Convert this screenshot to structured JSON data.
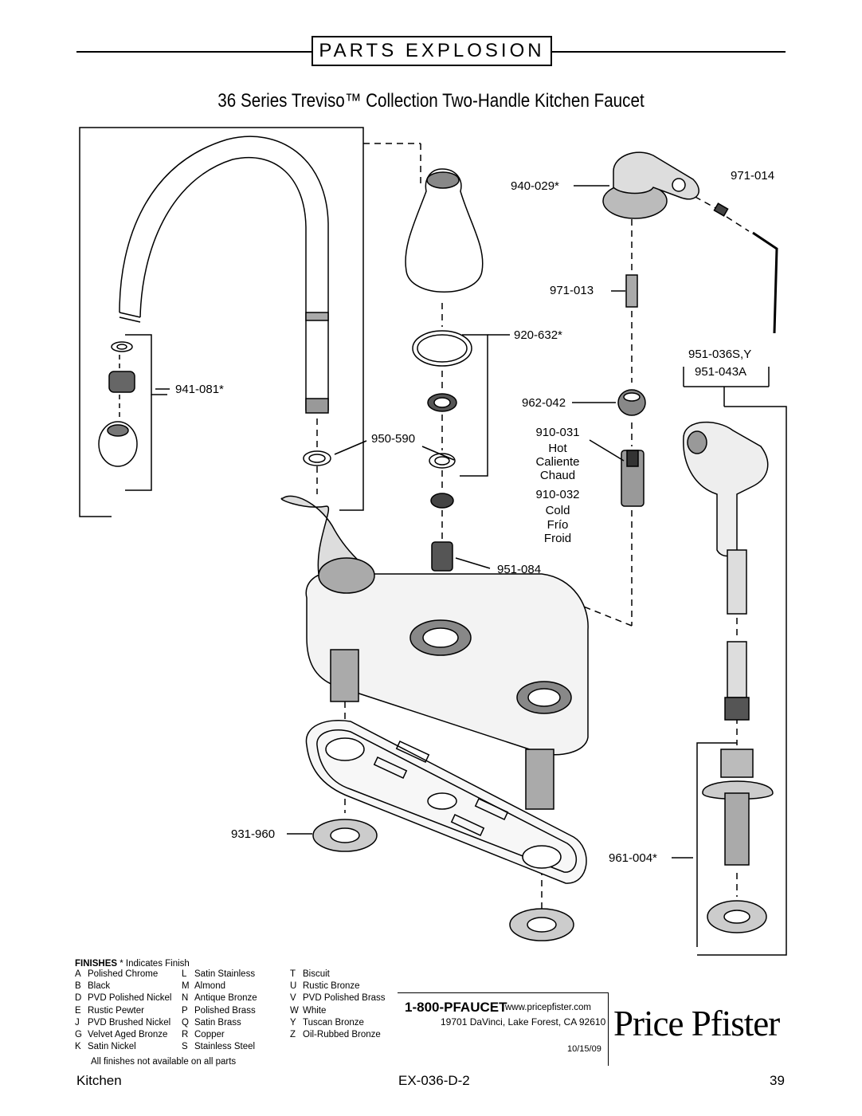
{
  "header": {
    "banner": "PARTS EXPLOSION",
    "title": "36 Series Treviso™ Collection Two-Handle Kitchen Faucet"
  },
  "parts": {
    "p941_081": "941-081*",
    "p950_590": "950-590",
    "p920_632": "920-632*",
    "p940_029": "940-029*",
    "p971_014": "971-014",
    "p971_013": "971-013",
    "p951_036": "951-036S,Y",
    "p951_043": "951-043A",
    "p962_042": "962-042",
    "p910_031": "910-031",
    "hot": "Hot",
    "caliente": "Caliente",
    "chaud": "Chaud",
    "p910_032": "910-032",
    "cold": "Cold",
    "frio": "Frío",
    "froid": "Froid",
    "p951_084": "951-084",
    "p931_960": "931-960",
    "p961_004": "961-004*"
  },
  "finishes": {
    "heading": "FINISHES",
    "heading_note": "* Indicates Finish",
    "col1": [
      {
        "code": "A",
        "name": "Polished Chrome"
      },
      {
        "code": "B",
        "name": "Black"
      },
      {
        "code": "D",
        "name": "PVD Polished Nickel"
      },
      {
        "code": "E",
        "name": "Rustic Pewter"
      },
      {
        "code": "J",
        "name": "PVD Brushed Nickel"
      },
      {
        "code": "G",
        "name": "Velvet Aged Bronze"
      },
      {
        "code": "K",
        "name": "Satin Nickel"
      }
    ],
    "col2": [
      {
        "code": "L",
        "name": "Satin Stainless"
      },
      {
        "code": "M",
        "name": "Almond"
      },
      {
        "code": "N",
        "name": "Antique Bronze"
      },
      {
        "code": "P",
        "name": "Polished Brass"
      },
      {
        "code": "Q",
        "name": "Satin Brass"
      },
      {
        "code": "R",
        "name": "Copper"
      },
      {
        "code": "S",
        "name": "Stainless Steel"
      }
    ],
    "col3": [
      {
        "code": "T",
        "name": "Biscuit"
      },
      {
        "code": "U",
        "name": "Rustic Bronze"
      },
      {
        "code": "V",
        "name": "PVD Polished Brass"
      },
      {
        "code": "W",
        "name": "White"
      },
      {
        "code": "Y",
        "name": "Tuscan Bronze"
      },
      {
        "code": "Z",
        "name": "Oil-Rubbed Bronze"
      }
    ],
    "note": "All finishes not available on all parts"
  },
  "contact": {
    "phone": "1-800-PFAUCET",
    "web": "www.pricepfister.com",
    "address": "19701 DaVinci, Lake Forest, CA  92610",
    "date": "10/15/09"
  },
  "brand": "Price Pfister",
  "footer": {
    "category": "Kitchen",
    "doc_number": "EX-036-D-2",
    "page": "39"
  }
}
